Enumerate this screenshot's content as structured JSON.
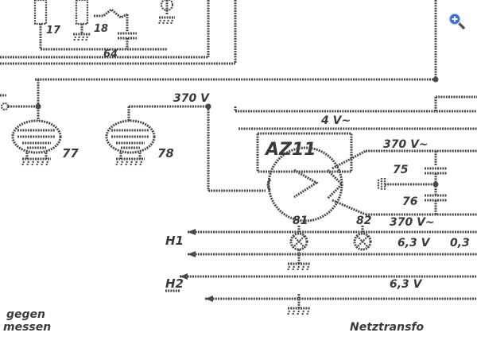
{
  "labels": {
    "v370_top": "370 V",
    "v4": "4 V~",
    "tube_az": "AZ11",
    "v370_tr_top": "370 V~",
    "v370_tr_bot": "370 V~",
    "c75": "75",
    "c76": "76",
    "l81": "81",
    "l82": "82",
    "v63_a": "6,3 V",
    "v03": "0,3",
    "h1": "H1",
    "h2": "H2",
    "v63_b": "6,3 V",
    "t77": "77",
    "t78": "78",
    "r17": "17",
    "r18": "18",
    "c64": "64",
    "gegen": "gegen",
    "messen": "messen",
    "netz": "Netztransfo"
  },
  "icons": {
    "zoom": "zoom-in-icon"
  },
  "colors": {
    "ink": "#4a4a4a",
    "zoom_blue": "#3a6fd0"
  }
}
